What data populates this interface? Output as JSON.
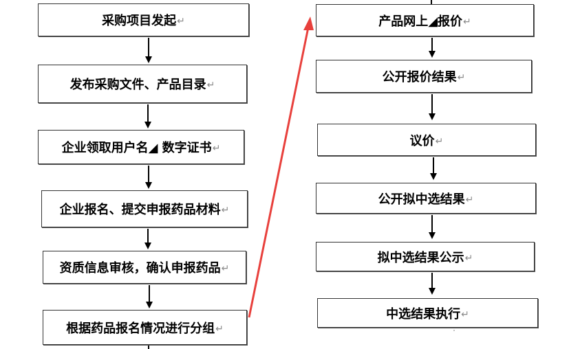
{
  "diagram": {
    "return_mark": "↵",
    "left_column": [
      {
        "label": "采购项目发起"
      },
      {
        "label": "发布采购文件、产品目录"
      },
      {
        "label": "企业领取用户名◢ 数字证书"
      },
      {
        "label": "企业报名、提交申报药品材料"
      },
      {
        "label": "资质信息审核，确认申报药品"
      },
      {
        "label": "根据药品报名情况进行分组"
      }
    ],
    "right_column": [
      {
        "label": "产品网上◢报价"
      },
      {
        "label": "公开报价结果"
      },
      {
        "label": "议价"
      },
      {
        "label": "公开拟中选结果"
      },
      {
        "label": "拟中选结果公示"
      },
      {
        "label": "中选结果执行"
      }
    ],
    "colors": {
      "box_border": "#333333",
      "arrow": "#000000",
      "connector_arrow": "#e8403c"
    }
  }
}
